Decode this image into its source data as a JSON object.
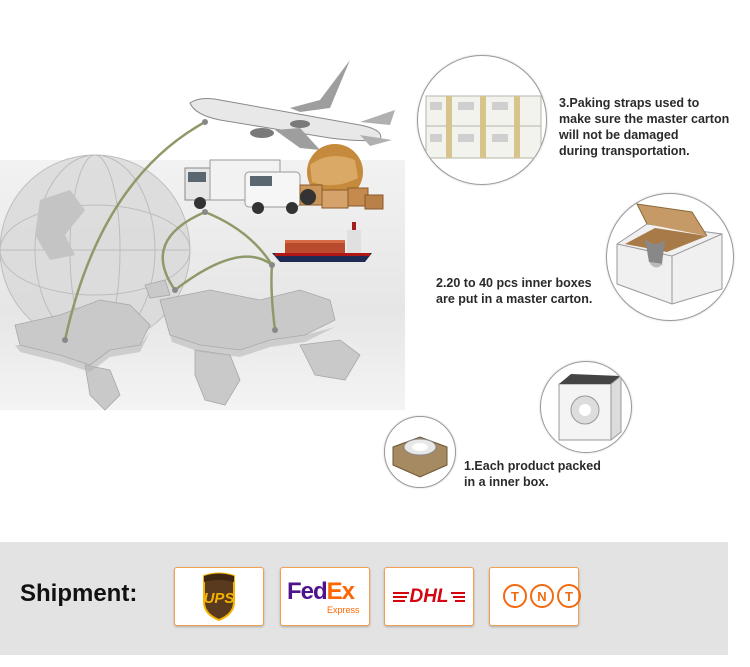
{
  "steps": {
    "step3": "3.Paking straps used to make sure the master carton will not be damaged during transportation.",
    "step3_lines": [
      "3.Paking straps used to",
      "make sure the master carton",
      "will not be damaged",
      "during transportation."
    ],
    "step2_lines": [
      "2.20 to 40 pcs inner boxes",
      "are put in a master carton."
    ],
    "step1_lines": [
      "1.Each product packed",
      "in a inner box."
    ]
  },
  "shipment": {
    "title": "Shipment:",
    "carriers": {
      "ups": "UPS",
      "fedex_fed": "Fed",
      "fedex_ex": "Ex",
      "fedex_sub": "Express",
      "dhl": "DHL",
      "tnt": [
        "T",
        "N",
        "T"
      ]
    }
  },
  "colors": {
    "ups_brown": "#5a3a1e",
    "ups_gold": "#f4b400",
    "fedex_purple": "#4d148c",
    "fedex_orange": "#ff6600",
    "dhl_red": "#d40511",
    "tnt_orange": "#f26a10"
  },
  "icons": [
    "airplane-icon",
    "truck-icon",
    "ship-icon",
    "globe-icon",
    "boxes-icon"
  ]
}
